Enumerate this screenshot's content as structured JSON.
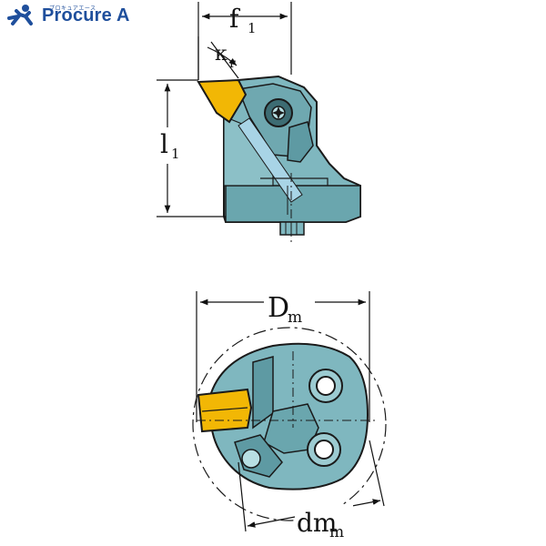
{
  "logo": {
    "name": "Procure A",
    "sub": "プロキュアエース"
  },
  "labels": {
    "f1_main": "f",
    "f1_sub": "1",
    "kappa_main": "κ",
    "kappa_sub": "r",
    "l1_main": "l",
    "l1_sub": "1",
    "Dm_main": "D",
    "Dm_sub": "m",
    "dmm_main": "dm",
    "dmm_sub": "m"
  },
  "colors": {
    "body": "#7fb7bf",
    "body_dark": "#5e9aa3",
    "insert": "#f2b705",
    "outline": "#1a1a1a",
    "coolant": "#a8d4e6",
    "brand": "#1f4f9c"
  }
}
